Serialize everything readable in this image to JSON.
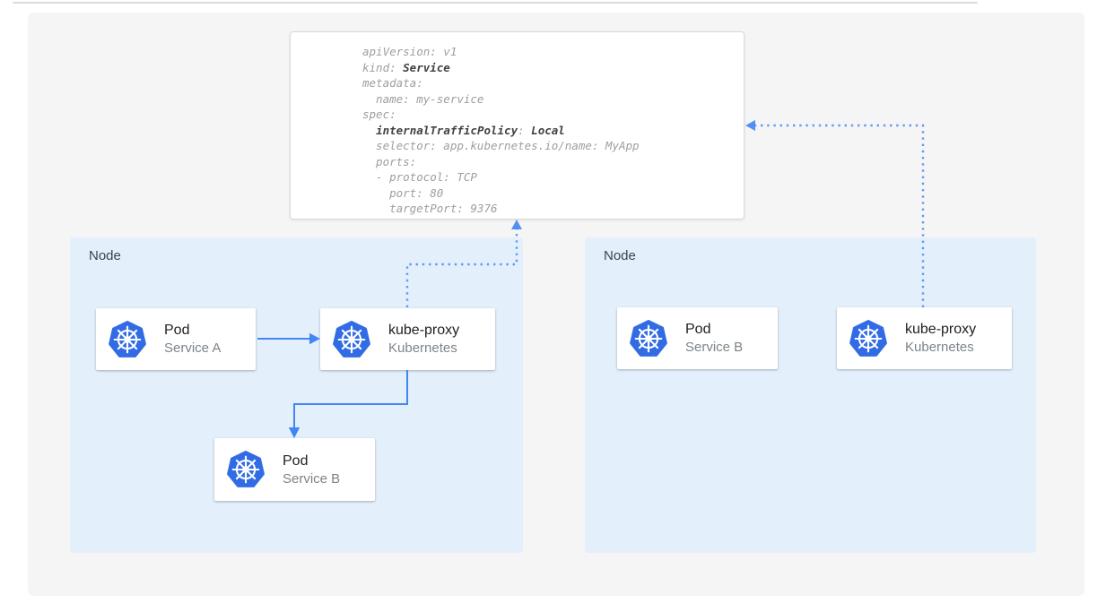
{
  "yaml_card": {
    "lines": [
      [
        {
          "t": "apiVersion: v1"
        }
      ],
      [
        {
          "t": "kind: "
        },
        {
          "t": "Service",
          "b": true
        }
      ],
      [
        {
          "t": "metadata:"
        }
      ],
      [
        {
          "t": "  name: my-service"
        }
      ],
      [
        {
          "t": "spec:"
        }
      ],
      [
        {
          "t": "  "
        },
        {
          "t": "internalTrafficPolicy",
          "b": true
        },
        {
          "t": ": "
        },
        {
          "t": "Local",
          "b": true
        }
      ],
      [
        {
          "t": "  selector: app.kubernetes.io/name: MyApp"
        }
      ],
      [
        {
          "t": "  ports:"
        }
      ],
      [
        {
          "t": "  - protocol: TCP"
        }
      ],
      [
        {
          "t": "    port: 80"
        }
      ],
      [
        {
          "t": "    targetPort: 9376"
        }
      ]
    ]
  },
  "nodes": [
    {
      "label": "Node",
      "cards": [
        {
          "title": "Pod",
          "subtitle": "Service A",
          "icon": "kubernetes-icon"
        },
        {
          "title": "kube-proxy",
          "subtitle": "Kubernetes",
          "icon": "kubernetes-icon"
        },
        {
          "title": "Pod",
          "subtitle": "Service B",
          "icon": "kubernetes-icon"
        }
      ]
    },
    {
      "label": "Node",
      "cards": [
        {
          "title": "Pod",
          "subtitle": "Service B",
          "icon": "kubernetes-icon"
        },
        {
          "title": "kube-proxy",
          "subtitle": "Kubernetes",
          "icon": "kubernetes-icon"
        }
      ]
    }
  ],
  "colors": {
    "accent": "#4285f4",
    "k8s-blue": "#326ce5",
    "node-bg": "#e3f0fc",
    "panel-bg": "#f5f5f6",
    "code-text": "#9e9e9e",
    "code-bold": "#424242",
    "title-color": "#212121",
    "subtitle-color": "#7d848a",
    "node-label-color": "#3c434a"
  }
}
